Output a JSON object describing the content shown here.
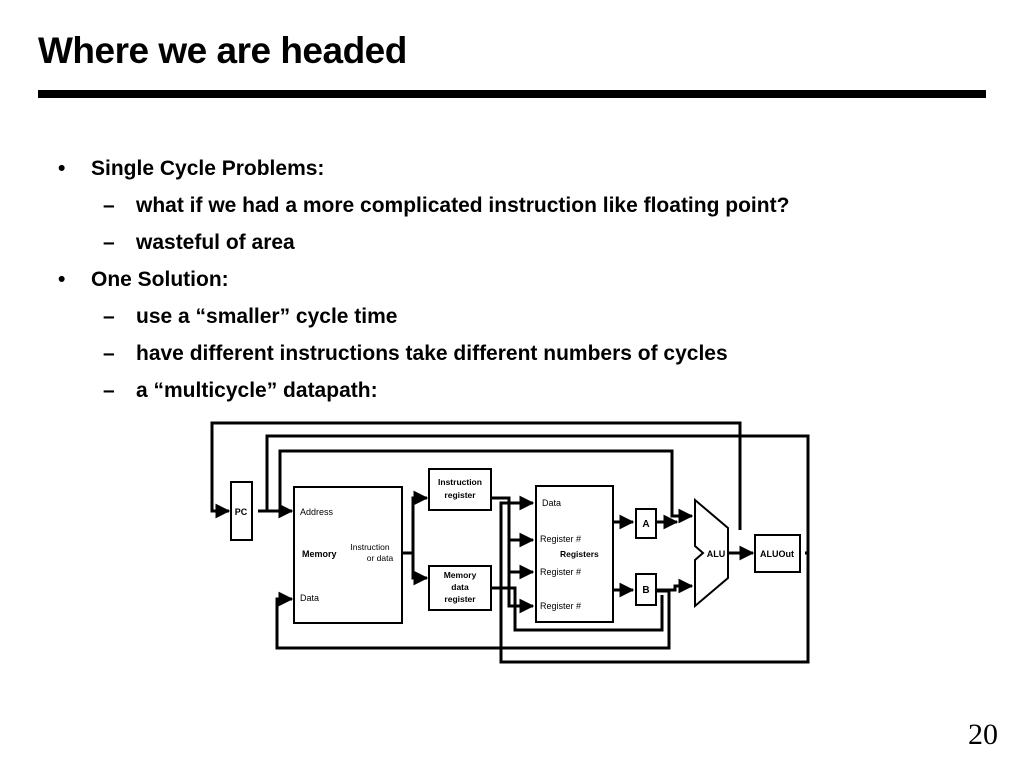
{
  "slide": {
    "title": "Where we are headed",
    "page_number": "20"
  },
  "bullets": [
    {
      "marker": "•",
      "text": "Single Cycle Problems:"
    },
    {
      "marker": "–",
      "text": "what if we had a more complicated instruction like floating point?"
    },
    {
      "marker": "–",
      "text": "wasteful of area"
    },
    {
      "marker": "•",
      "text": "One Solution:"
    },
    {
      "marker": "–",
      "text": "use a “smaller” cycle time"
    },
    {
      "marker": "–",
      "text": "have different instructions take different numbers of cycles"
    },
    {
      "marker": "–",
      "text": "a “multicycle” datapath:"
    }
  ],
  "diagram": {
    "pc": "PC",
    "memory": {
      "title": "Memory",
      "address": "Address",
      "data": "Data",
      "output_line1": "Instruction",
      "output_line2": "or data"
    },
    "instruction_register": {
      "line1": "Instruction",
      "line2": "register"
    },
    "memory_data_register": {
      "line1": "Memory",
      "line2": "data",
      "line3": "register"
    },
    "registers": {
      "title": "Registers",
      "data": "Data",
      "reg1": "Register #",
      "reg2": "Register #",
      "reg3": "Register #"
    },
    "a": "A",
    "b": "B",
    "alu": "ALU",
    "aluout": "ALUOut"
  }
}
